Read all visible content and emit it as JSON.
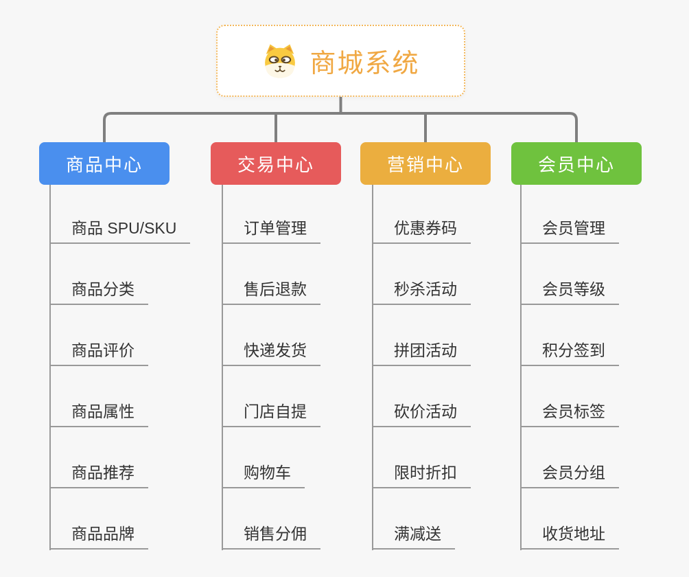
{
  "root": {
    "title": "商城系统",
    "icon": "dog-face-icon",
    "accent_color": "#f0a843",
    "border_color": "#f3b75a"
  },
  "branches": [
    {
      "label": "商品中心",
      "color": "#4a8fee",
      "children": [
        "商品 SPU/SKU",
        "商品分类",
        "商品评价",
        "商品属性",
        "商品推荐",
        "商品品牌"
      ]
    },
    {
      "label": "交易中心",
      "color": "#e65b5b",
      "children": [
        "订单管理",
        "售后退款",
        "快递发货",
        "门店自提",
        "购物车",
        "销售分佣"
      ]
    },
    {
      "label": "营销中心",
      "color": "#ebae3f",
      "children": [
        "优惠券码",
        "秒杀活动",
        "拼团活动",
        "砍价活动",
        "限时折扣",
        "满减送"
      ]
    },
    {
      "label": "会员中心",
      "color": "#6fc23e",
      "children": [
        "会员管理",
        "会员等级",
        "积分签到",
        "会员标签",
        "会员分组",
        "收货地址"
      ]
    }
  ],
  "style": {
    "background": "#f7f7f7",
    "connector_color": "#7f7f7f",
    "underline_color": "#999999",
    "leaf_text_color": "#333333"
  }
}
